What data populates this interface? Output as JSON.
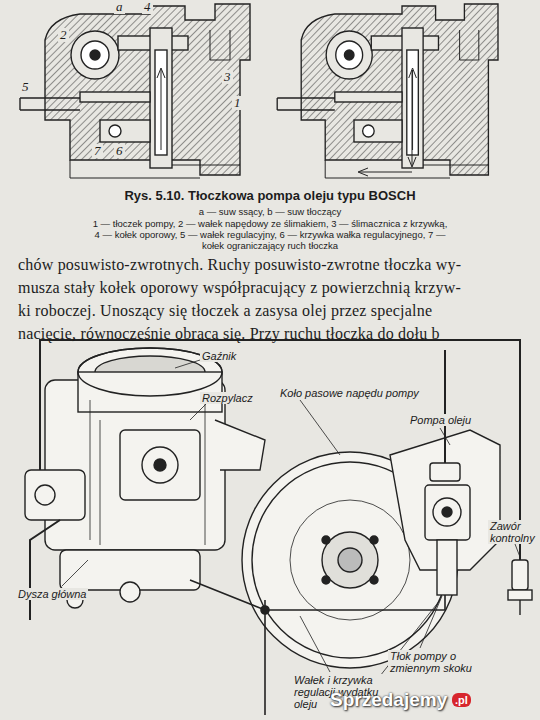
{
  "diagram": {
    "caption": "Rys. 5.10. Tłoczkowa pompa oleju typu BOSCH",
    "labels": [
      "a",
      "4",
      "2",
      "3",
      "5",
      "1",
      "7",
      "6",
      "a — suw ssący, b — suw tłoczący",
      "1 — tłoczek pompy, 2 — wałek napędowy ze ślimakiem, 3 — ślimacznica z krzywką,",
      "4 — kołek oporowy, 5 — wałek regulacyjny, 6 — krzywka wałka regulacyjnego, 7 —",
      "kołek ograniczający ruch tłoczka",
      "chów posuwisto-zwrotnych. Ruchy posuwisto-zwrotne tłoczka wy-",
      "musza stały kołek oporowy współpracujący z powierzchnią krzyw-",
      "ki roboczej. Unoszący się tłoczek a zasysa olej przez specjalne",
      "nacięcie, równocześnie obraca się. Przy ruchu tłoczka do dołu b",
      "Gaźnik",
      "Rozpylacz",
      "Koło pasowe napędu pompy",
      "Pompa oleju",
      "Zawór kontrolny",
      "Dysza główna",
      "Tłok pompy o zmiennym skoku",
      "Wałek i krzywka regulacji wydatku oleju",
      "Sprzedajemy",
      ".pl"
    ]
  }
}
